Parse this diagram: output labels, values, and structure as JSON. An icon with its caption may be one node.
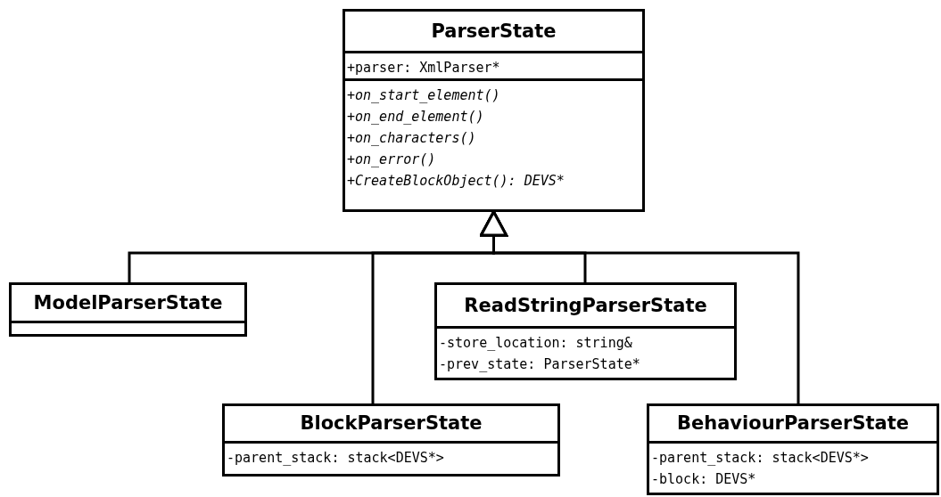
{
  "diagram": {
    "nodes": [
      {
        "text": [
          "ParserState",
          "+parser: XmlParser*",
          "+on_start_element()",
          "+on_end_element()",
          "+on_characters()",
          "+on_error()",
          "+CreateBlockObject(): DEVS*"
        ]
      },
      {
        "text": [
          "ModelParserState"
        ]
      },
      {
        "text": [
          "ReadStringParserState",
          "-store_location: string&",
          "-prev_state: ParserState*"
        ]
      },
      {
        "text": [
          "BlockParserState",
          "-parent_stack: stack<DEVS*>"
        ]
      },
      {
        "text": [
          "BehaviourParserState",
          "-parent_stack: stack<DEVS*>",
          "-block: DEVS*"
        ]
      }
    ],
    "edges": [
      {
        "from": 1,
        "to": 0,
        "arrow": "to"
      },
      {
        "from": 3,
        "to": 0,
        "arrow": "to"
      },
      {
        "from": 2,
        "to": 0,
        "arrow": "to"
      },
      {
        "from": 4,
        "to": 0,
        "arrow": "to"
      }
    ]
  }
}
